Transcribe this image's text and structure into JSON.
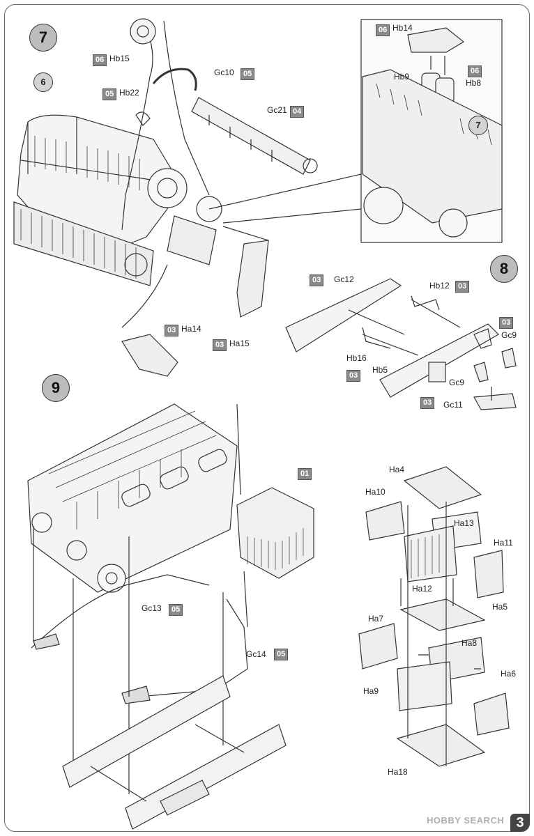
{
  "steps": {
    "s7": "7",
    "s8": "8",
    "s9": "9",
    "s6_ref": "6",
    "s7_ref": "7"
  },
  "sprues": {
    "hb15": "06",
    "gc10": "05",
    "hb22": "05",
    "gc21": "04",
    "hb14": "06",
    "hb8": "06",
    "ha14": "03",
    "ha15": "03",
    "gc12": "03",
    "hb12": "03",
    "gc9a": "03",
    "hb16": "03",
    "gc11": "03",
    "box9": "01",
    "gc13": "05",
    "gc14": "05"
  },
  "labels": {
    "hb15": "Hb15",
    "gc10": "Gc10",
    "hb22": "Hb22",
    "gc21": "Gc21",
    "hb14": "Hb14",
    "hb9": "Hb9",
    "hb8": "Hb8",
    "ha14": "Ha14",
    "ha15": "Ha15",
    "gc12": "Gc12",
    "hb12": "Hb12",
    "gc9a": "Gc9",
    "gc9b": "Gc9",
    "hb16": "Hb16",
    "hb5": "Hb5",
    "gc11": "Gc11",
    "gc13": "Gc13",
    "gc14": "Gc14",
    "ha4": "Ha4",
    "ha10": "Ha10",
    "ha13": "Ha13",
    "ha11": "Ha11",
    "ha12": "Ha12",
    "ha5": "Ha5",
    "ha7": "Ha7",
    "ha8": "Ha8",
    "ha6": "Ha6",
    "ha9": "Ha9",
    "ha18": "Ha18"
  },
  "page_number": "3",
  "watermark": "HOBBY SEARCH",
  "colors": {
    "line": "#333333",
    "sprue_box": "#8a8a8a",
    "step_fill": "#bdbdbd"
  }
}
